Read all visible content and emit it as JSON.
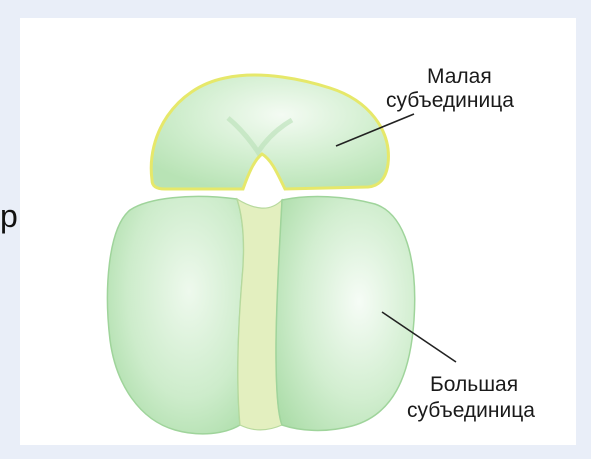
{
  "background_text_fragment": "р",
  "labels": {
    "small_subunit": [
      "Малая",
      "субъединица"
    ],
    "large_subunit": [
      "Большая",
      "субъединица"
    ]
  },
  "colors": {
    "slide_background": "#e9eef8",
    "subunit_fill": "#c9ecc8",
    "subunit_outline": "#9fd49b",
    "small_subunit_outline": "#e8ea6a",
    "central_channel": "#e3efbf",
    "pointer_line": "#222222"
  }
}
